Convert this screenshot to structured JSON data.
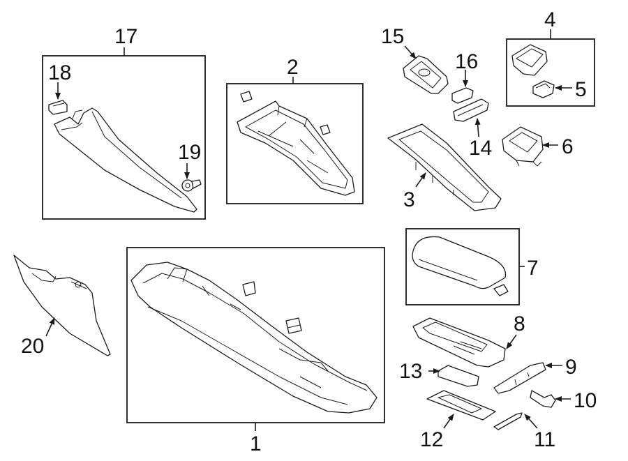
{
  "labels": {
    "c1": "1",
    "c2": "2",
    "c3": "3",
    "c4": "4",
    "c5": "5",
    "c6": "6",
    "c7": "7",
    "c8": "8",
    "c9": "9",
    "c10": "10",
    "c11": "11",
    "c12": "12",
    "c13": "13",
    "c14": "14",
    "c15": "15",
    "c16": "16",
    "c17": "17",
    "c18": "18",
    "c19": "19",
    "c20": "20"
  },
  "colors": {
    "line": "#1a1a1a",
    "background": "#ffffff"
  }
}
